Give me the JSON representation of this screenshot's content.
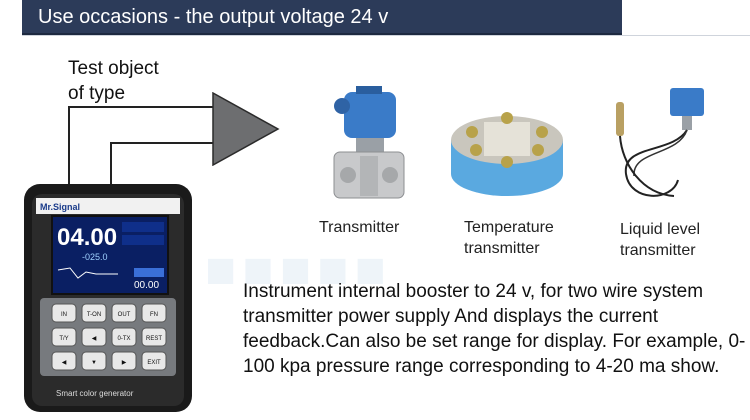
{
  "header": {
    "title": "Use occasions - the output voltage 24 v"
  },
  "test_object": {
    "label_line1": "Test object",
    "label_line2": "of type"
  },
  "devices": [
    {
      "label": "Transmitter"
    },
    {
      "label_line1": "Temperature",
      "label_line2": "transmitter"
    },
    {
      "label_line1": "Liquid level",
      "label_line2": "transmitter"
    }
  ],
  "calibrator": {
    "brand": "Mr.Signal",
    "screen_main": "04.00",
    "screen_secondary": "-025.0",
    "screen_tertiary": "00.00",
    "footer": "Smart color generator",
    "keys": [
      {
        "label": "IN"
      },
      {
        "label": "T-ON"
      },
      {
        "label": "OUT"
      },
      {
        "label": "FN"
      },
      {
        "label": "T/Y"
      },
      {
        "label": "◀"
      },
      {
        "label": "0-TX"
      },
      {
        "label": "REST"
      },
      {
        "label": "◀"
      },
      {
        "label": "▼"
      },
      {
        "label": "▶"
      },
      {
        "label": "EXIT"
      }
    ]
  },
  "description": "Instrument internal booster to 24 v, for two wire system transmitter power supply And displays the current feedback.Can also be set range for display. For example, 0-100 kpa pressure range corresponding to 4-20 ma show.",
  "colors": {
    "header_bg": "#2c3b59",
    "device_blue": "#3a7bc8",
    "screen_bg": "#0a1f63"
  }
}
